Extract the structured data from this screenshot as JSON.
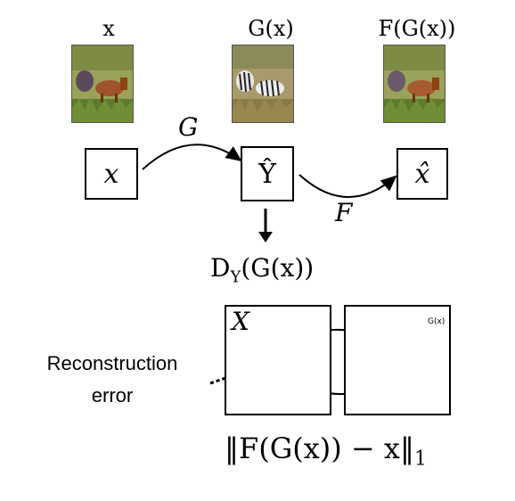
{
  "images": {
    "x_label": "x",
    "gx_label": "G(x)",
    "fgx_label": "F(G(x))"
  },
  "nodes": {
    "x": "x",
    "y_hat": "Ŷ",
    "x_hat": "x̂"
  },
  "arrows": {
    "g_label": "G",
    "f_label": "F"
  },
  "discriminator": {
    "label": "D",
    "subscript": "Y",
    "arg": "(G(x))"
  },
  "panels": {
    "left_title": "X",
    "right_title": "G(x)"
  },
  "reconstruction": {
    "line1": "Reconstruction",
    "line2": "error"
  },
  "loss": {
    "text": "‖F(G(x)) − x‖",
    "subscript": "1"
  },
  "colors": {
    "blue_point": "#4472c4",
    "red_point": "#ff0000"
  }
}
